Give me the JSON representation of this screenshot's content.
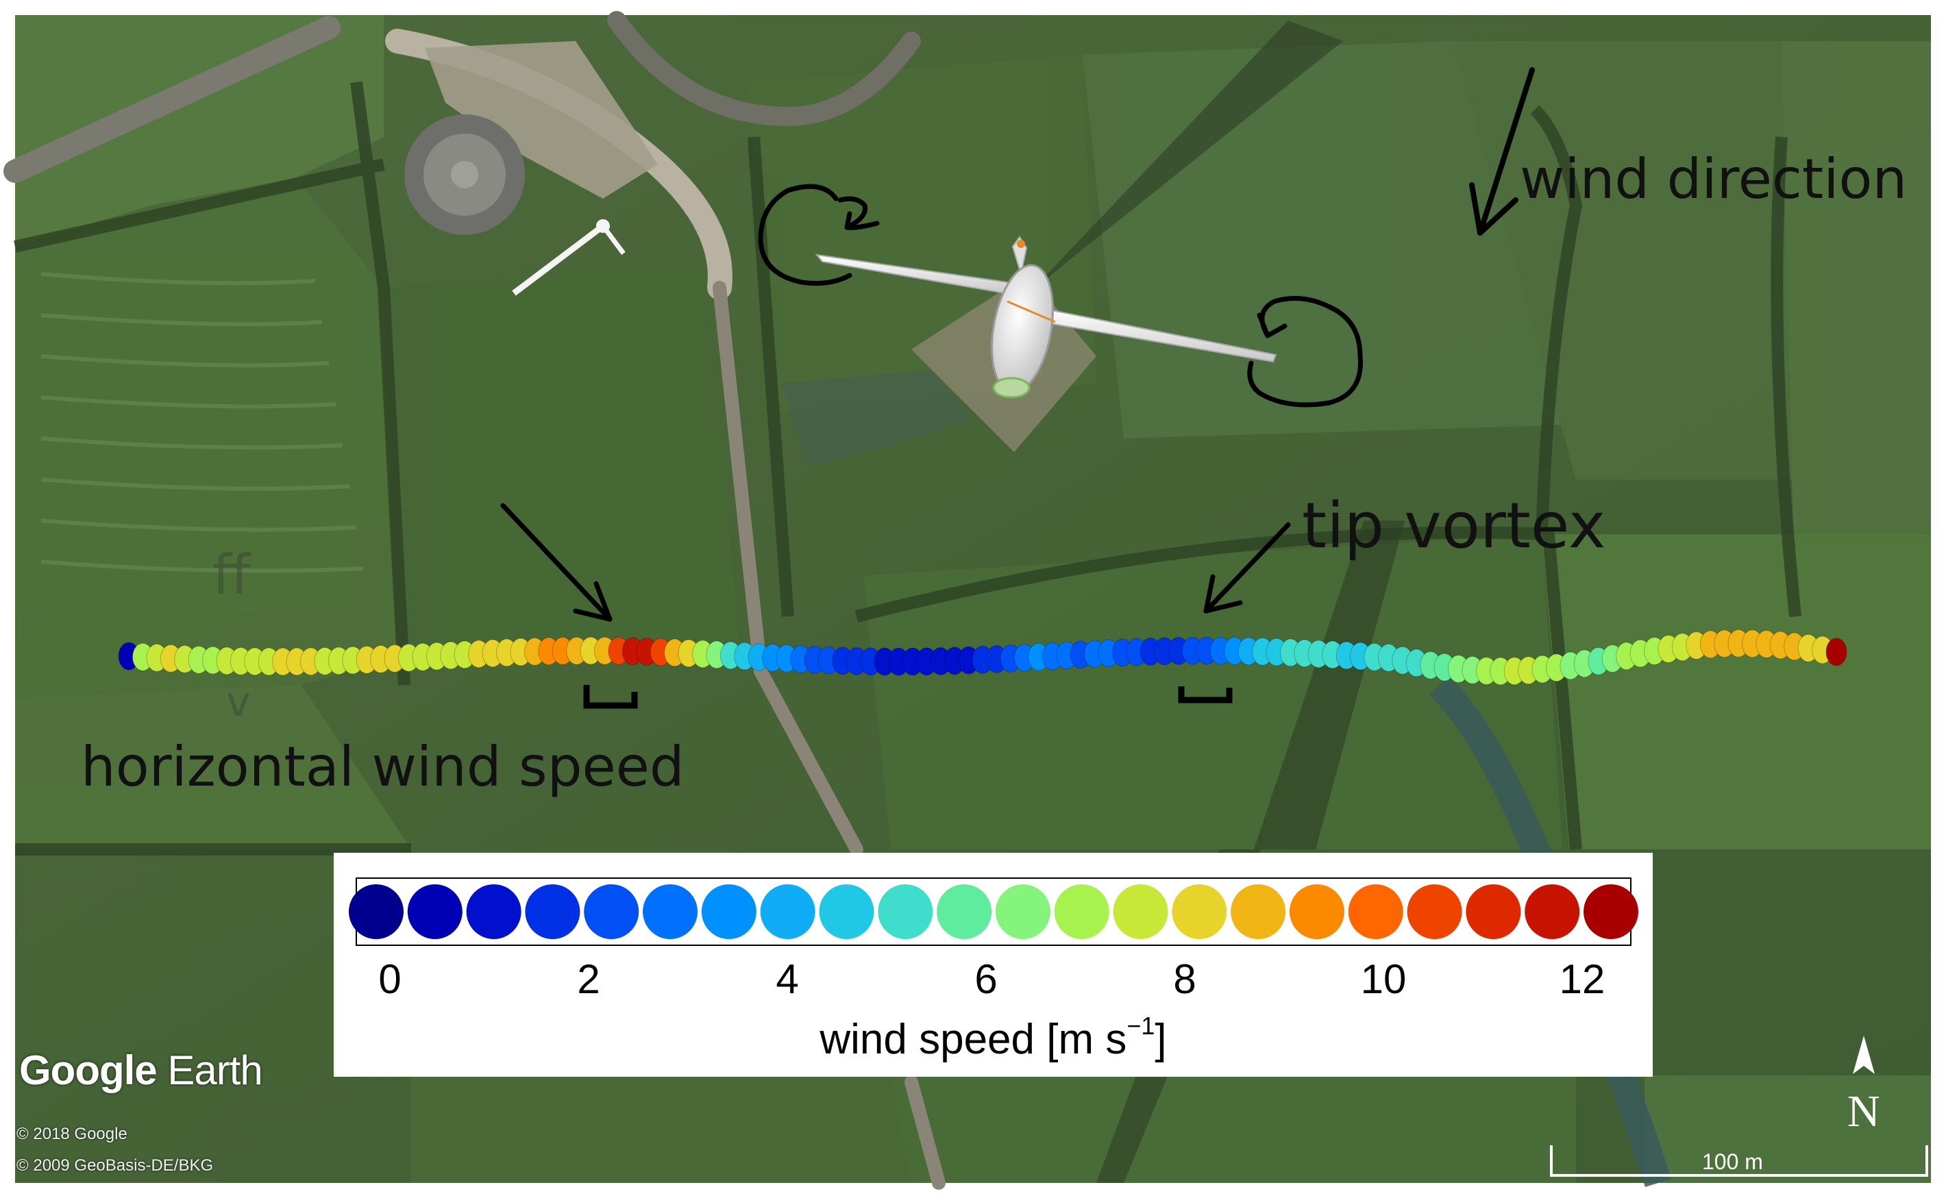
{
  "labels": {
    "wind_direction": "wind direction",
    "tip_vortex": "tip vortex",
    "horizontal_wind_speed": "horizontal wind speed",
    "ff": "ff",
    "v": "v"
  },
  "google_earth": {
    "logo_word1": "Google",
    "logo_word2": " Earth",
    "copyright_1": "© 2018 Google",
    "copyright_2": "© 2009 GeoBasis-DE/BKG"
  },
  "scale_bar": {
    "label": "100 m"
  },
  "north_arrow": {
    "label": "N"
  },
  "legend": {
    "title_main": "wind speed [m s",
    "title_exp": "−1",
    "title_close": "]",
    "colors": [
      "#00008f",
      "#0000b5",
      "#0010cc",
      "#0030e6",
      "#0050f6",
      "#0070ff",
      "#0090ff",
      "#10acf5",
      "#20c8e6",
      "#40ddcc",
      "#60ec9e",
      "#84f47a",
      "#a8f250",
      "#c8e838",
      "#e6d42a",
      "#f0b414",
      "#fc8a00",
      "#ff6600",
      "#ee4400",
      "#dd2800",
      "#c61400",
      "#a80000"
    ],
    "ticks": [
      {
        "label": "0",
        "value": 0
      },
      {
        "label": "2",
        "value": 2
      },
      {
        "label": "4",
        "value": 4
      },
      {
        "label": "6",
        "value": 6
      },
      {
        "label": "8",
        "value": 8
      },
      {
        "label": "10",
        "value": 10
      },
      {
        "label": "12",
        "value": 12
      }
    ]
  },
  "chart_data": {
    "type": "scatter",
    "series_name": "",
    "ylabel": "wind speed [m s−1]",
    "value_range": [
      0,
      12
    ],
    "values": [
      0.3,
      7.0,
      7.4,
      7.8,
      7.2,
      6.9,
      7.1,
      7.3,
      7.6,
      7.5,
      7.4,
      7.8,
      8.0,
      7.8,
      7.6,
      7.5,
      7.7,
      7.9,
      8.0,
      8.0,
      7.7,
      7.6,
      7.4,
      7.5,
      7.6,
      7.9,
      8.2,
      8.1,
      7.8,
      8.5,
      8.9,
      9.2,
      8.4,
      7.9,
      8.6,
      10.1,
      11.2,
      11.6,
      10.3,
      8.8,
      7.9,
      6.8,
      6.2,
      5.3,
      4.6,
      4.1,
      3.7,
      3.2,
      2.6,
      2.2,
      2.0,
      1.9,
      1.7,
      1.5,
      1.4,
      1.4,
      1.3,
      1.3,
      1.2,
      1.3,
      1.4,
      1.5,
      1.6,
      2.4,
      3.0,
      3.3,
      3.0,
      2.6,
      2.5,
      2.6,
      2.6,
      2.4,
      2.1,
      1.9,
      1.7,
      1.8,
      2.0,
      2.3,
      2.7,
      3.6,
      4.2,
      4.5,
      4.6,
      5.0,
      5.1,
      5.2,
      5.2,
      4.8,
      4.4,
      4.9,
      5.2,
      5.4,
      5.4,
      5.6,
      5.8,
      6.1,
      6.3,
      6.6,
      6.8,
      7.2,
      7.3,
      6.9,
      6.6,
      6.3,
      6.0,
      5.8,
      6.2,
      6.6,
      6.8,
      6.9,
      7.2,
      7.6,
      8.0,
      8.3,
      8.6,
      8.8,
      8.5,
      8.3,
      8.5,
      8.4,
      8.2,
      7.8,
      12.0
    ]
  }
}
